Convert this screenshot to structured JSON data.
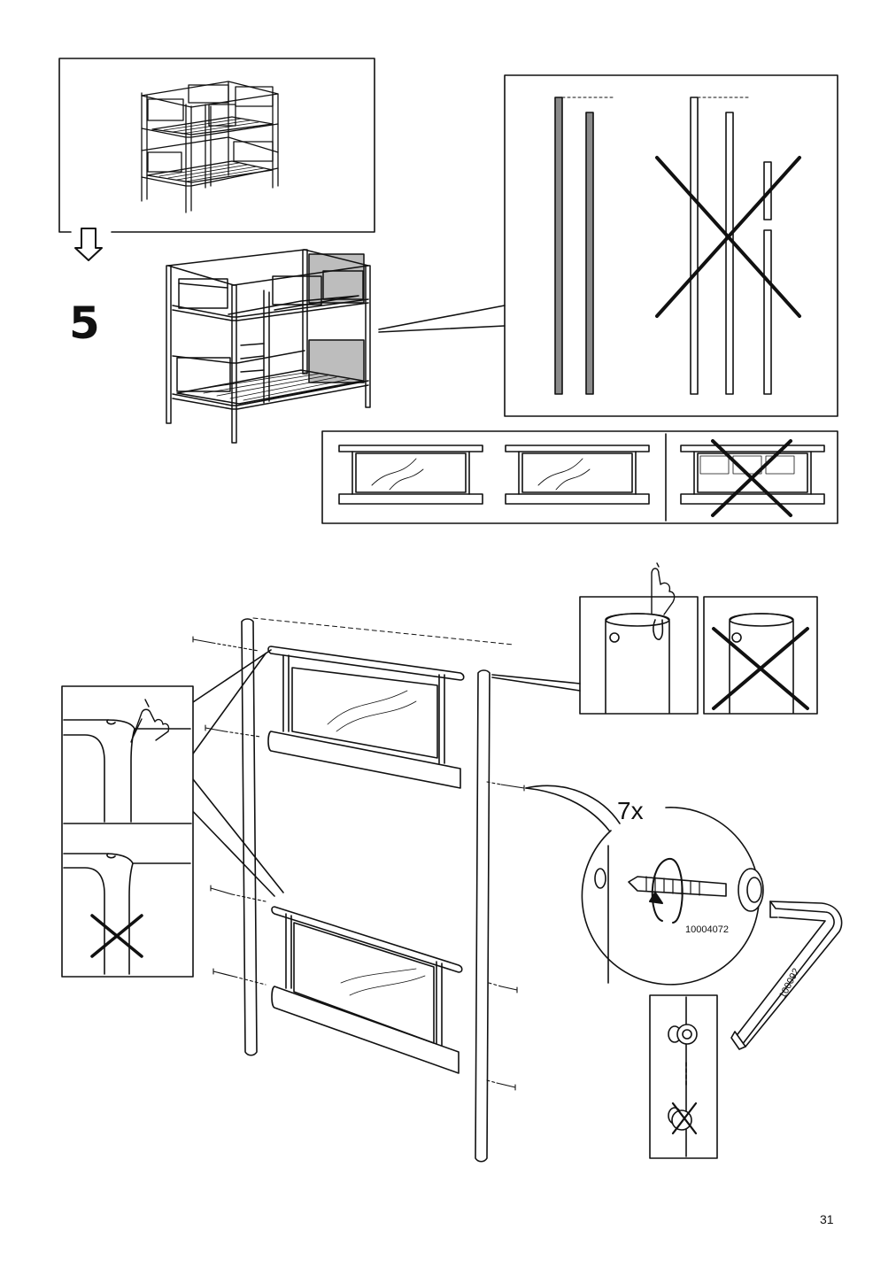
{
  "step": {
    "number": "5"
  },
  "hardware": {
    "screw_quantity": "7x",
    "screw_code": "10004072",
    "allen_key_code": "100092"
  },
  "footer": {
    "page_number": "31"
  },
  "colors": {
    "ink": "#111111",
    "grey_fill": "#bdbdbd",
    "paper": "#ffffff"
  }
}
